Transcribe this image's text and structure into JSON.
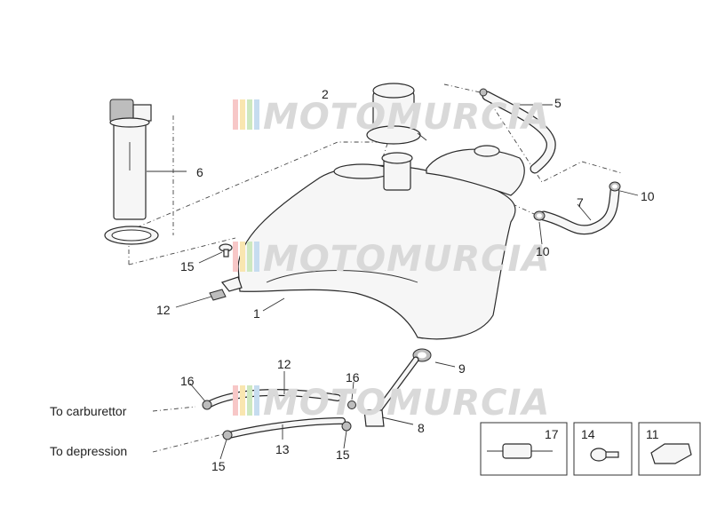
{
  "watermark": {
    "text": "MOTOMURCIA",
    "stripe_colors": [
      "#f7c7c7",
      "#f9e6b0",
      "#cde8c0",
      "#c6dcef"
    ]
  },
  "callouts": {
    "c1": "1",
    "c2": "2",
    "c5": "5",
    "c6": "6",
    "c7": "7",
    "c8": "8",
    "c9": "9",
    "c10a": "10",
    "c10b": "10",
    "c12a": "12",
    "c12b": "12",
    "c13": "13",
    "c15a": "15",
    "c15b": "15",
    "c15c": "15",
    "c16a": "16",
    "c16b": "16"
  },
  "destinations": {
    "carburettor": "To carburettor",
    "depression": "To depression"
  },
  "inset_boxes": {
    "box17": "17",
    "box14": "14",
    "box11": "11"
  }
}
